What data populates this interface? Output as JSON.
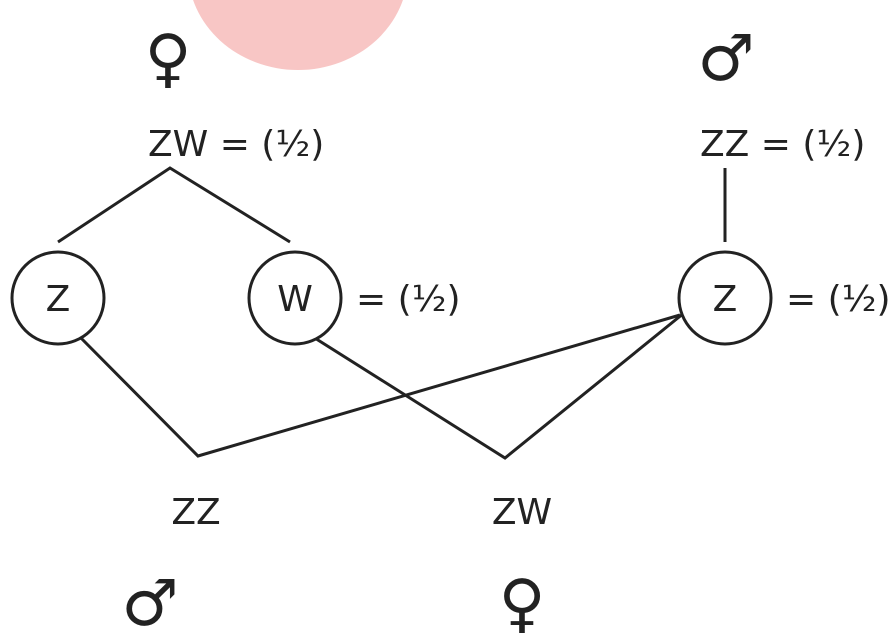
{
  "colors": {
    "ink": "#222222",
    "blob": "#f8c6c5"
  },
  "parents": {
    "female": {
      "symbol": "♀",
      "genotype": "ZW = (½)"
    },
    "male": {
      "symbol": "♂",
      "genotype": "ZZ  = (½)"
    }
  },
  "gametes": {
    "female_z": "Z",
    "female_w": "W",
    "female_w_prob": "= (½)",
    "male_z": "Z",
    "male_z_prob": "= (½)"
  },
  "offspring": {
    "male": {
      "genotype": "ZZ",
      "symbol": "♂"
    },
    "female": {
      "genotype": "ZW",
      "symbol": "♀"
    }
  }
}
